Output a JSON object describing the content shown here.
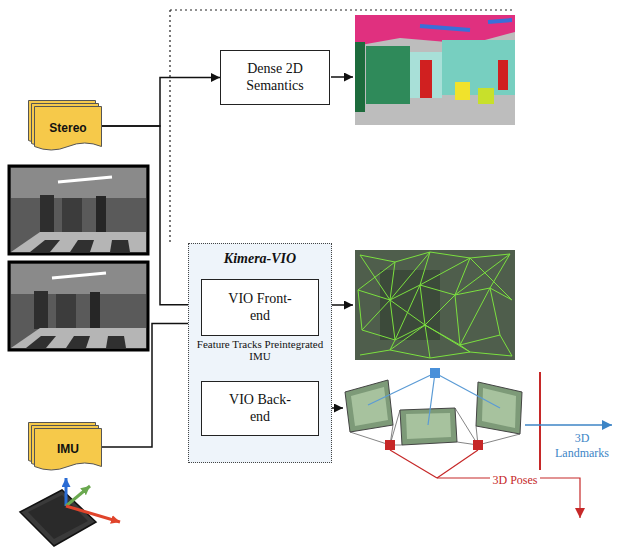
{
  "diagram": {
    "nodes": [
      {
        "text": [
          "Stereo"
        ]
      },
      {
        "text": [
          "IMU"
        ]
      },
      {
        "text": [
          "Dense 2D Semantics"
        ]
      },
      {
        "text": [
          "Kimera-VIO"
        ]
      },
      {
        "text": [
          "VIO Front-end"
        ],
        "in": 3
      },
      {
        "text": [
          "VIO Back-end"
        ],
        "in": 3
      }
    ],
    "edges": [
      {
        "from": 0,
        "to": 2,
        "arrow": "to"
      },
      {
        "from": 0,
        "to": 4,
        "arrow": "to"
      },
      {
        "from": 1,
        "to": 4,
        "arrow": "to"
      }
    ],
    "labels": [
      "Feature Tracks Preintegrated IMU",
      "3D Landmarks",
      "3D Poses"
    ]
  }
}
